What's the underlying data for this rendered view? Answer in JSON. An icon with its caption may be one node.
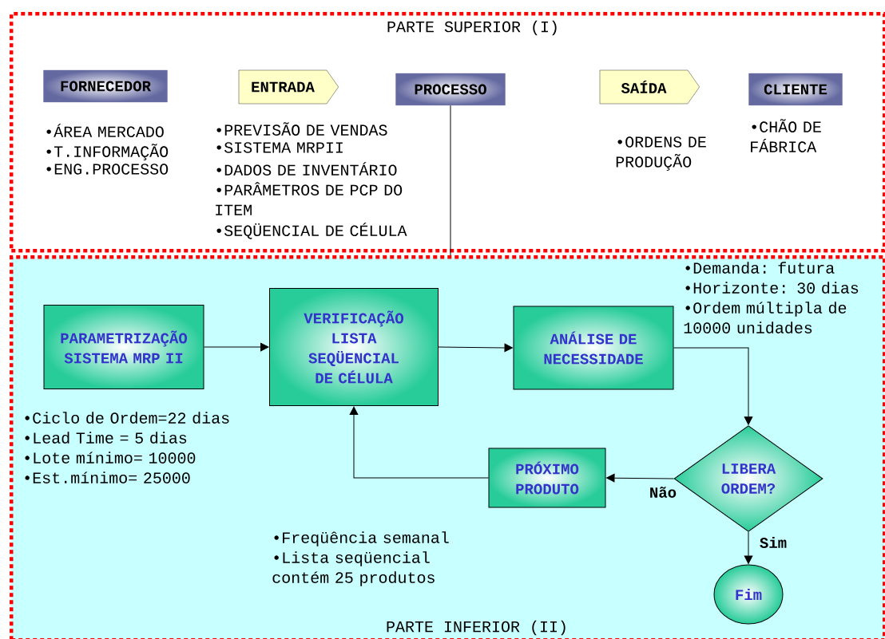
{
  "diagram": {
    "nodes": [
      {
        "text": [
          "PARTE SUPERIOR (I)"
        ]
      },
      {
        "text": [
          "PARTE INFERIOR (II)"
        ]
      },
      {
        "text": [
          "FORNECEDOR"
        ],
        "in": 0,
        "beside": [
          "•ÁREA MERCADO",
          "•T.INFORMAÇÃO",
          "•ENG.PROCESSO"
        ]
      },
      {
        "text": [
          "ENTRADA"
        ],
        "in": 0,
        "beside": [
          "•PREVISÃO DE VENDAS",
          "•SISTEMA MRPII",
          "•DADOS DE INVENTÁRIO",
          "•PARÂMETROS DE PCP DO ITEM",
          "•SEQÜENCIAL DE CÉLULA"
        ]
      },
      {
        "text": [
          "PROCESSO"
        ],
        "in": 0
      },
      {
        "text": [
          "SAÍDA"
        ],
        "in": 0,
        "beside": [
          "•ORDENS DE PRODUÇÃO"
        ]
      },
      {
        "text": [
          "CLIENTE"
        ],
        "in": 0,
        "beside": [
          "•CHÃO DE FÁBRICA"
        ]
      },
      {
        "text": [
          "PARAMETRIZAÇÃO SISTEMA MRP II"
        ],
        "in": 1,
        "beside": [
          "•Ciclo de Ordem=22 dias",
          "•Lead Time = 5 dias",
          "•Lote mínimo= 10000",
          "•Est.mínimo= 25000"
        ]
      },
      {
        "text": [
          "VERIFICAÇÃO LISTA SEQÜENCIAL DE CÉLULA"
        ],
        "in": 1
      },
      {
        "text": [
          "ANÁLISE DE NECESSIDADE"
        ],
        "in": 1,
        "beside": [
          "•Demanda: futura",
          "•Horizonte: 30 dias",
          "•Ordem múltipla de 10000 unidades"
        ]
      },
      {
        "text": [
          "LIBERA ORDEM?"
        ],
        "in": 1
      },
      {
        "text": [
          "PRÓXIMO PRODUTO"
        ],
        "in": 1
      },
      {
        "text": [
          "Fim"
        ],
        "in": 1
      }
    ],
    "edges": [
      {
        "from": 4,
        "to": 1,
        "arrow": "none"
      },
      {
        "from": 7,
        "to": 8,
        "arrow": "to"
      },
      {
        "from": 8,
        "to": 9,
        "arrow": "to"
      },
      {
        "from": 9,
        "to": 10,
        "arrow": "to"
      },
      {
        "from": 10,
        "to": 11,
        "arrow": "to",
        "label": "Não"
      },
      {
        "from": 11,
        "to": 8,
        "arrow": "to"
      },
      {
        "from": 10,
        "to": 12,
        "arrow": "to",
        "label": "Sim"
      }
    ],
    "labels": [
      "•Freqüência semanal",
      "•Lista seqüencial contém 25 produtos"
    ]
  }
}
